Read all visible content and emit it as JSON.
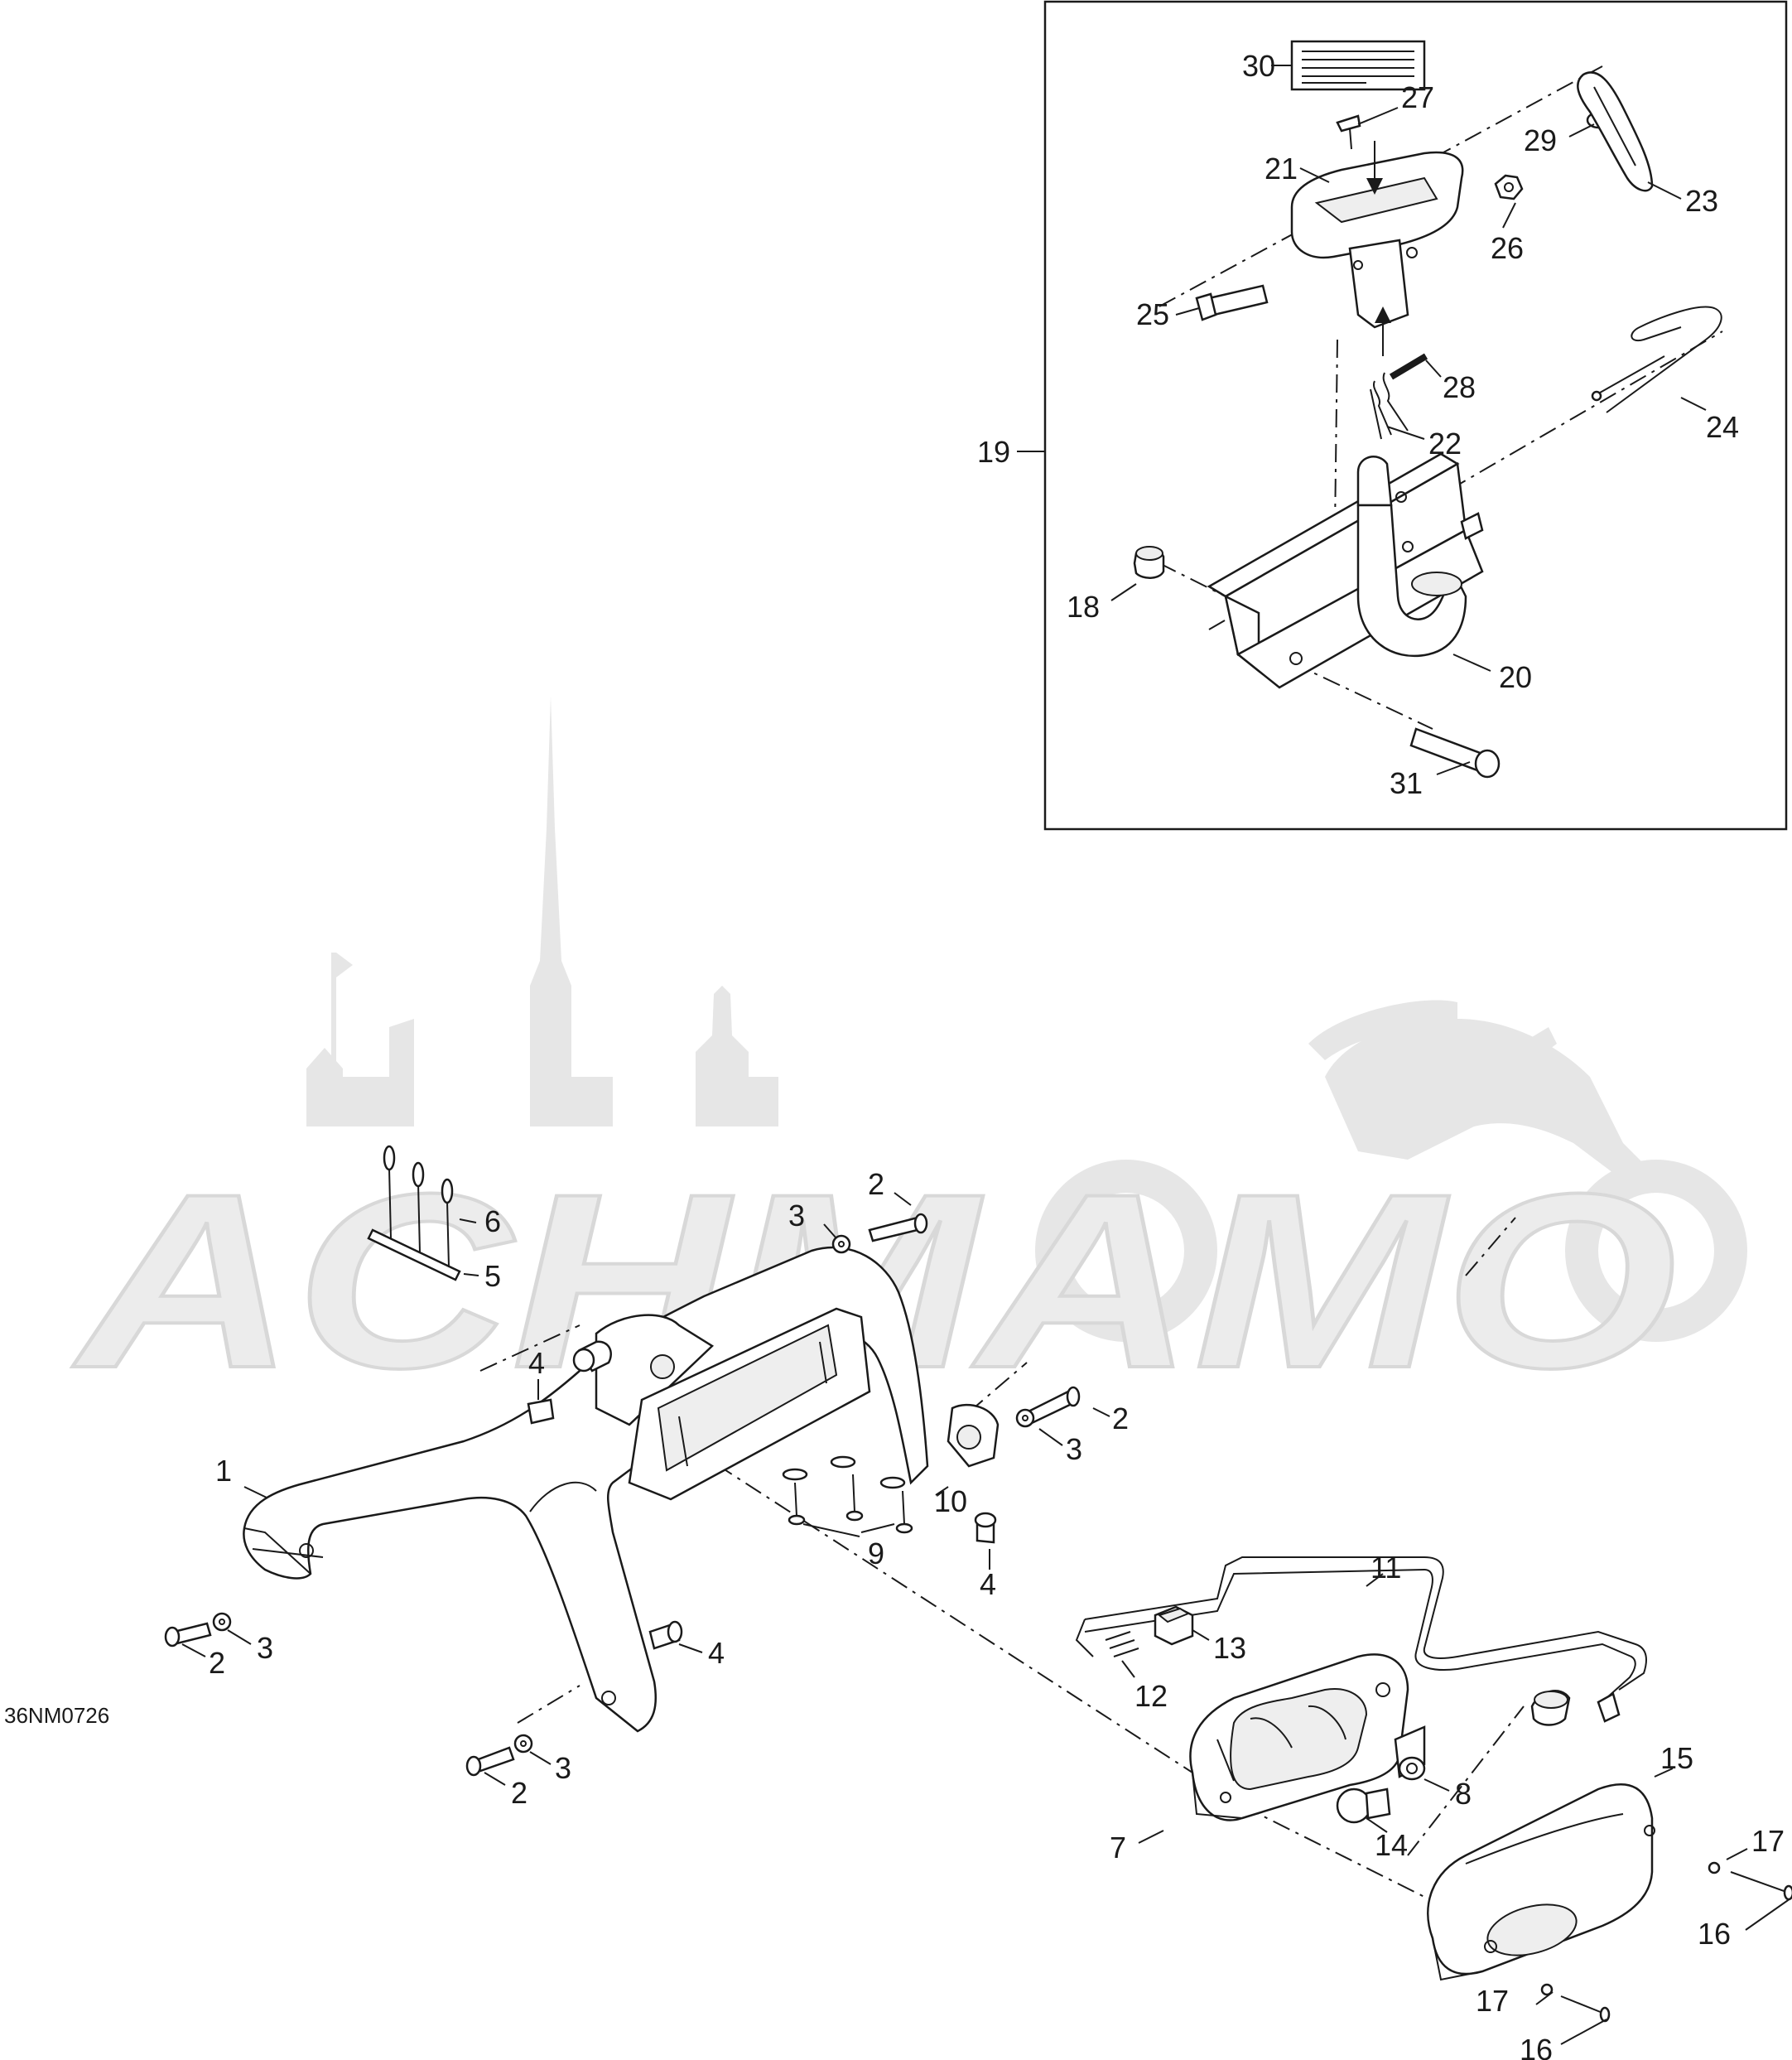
{
  "drawing_code": "36NM0726",
  "watermark_text": "ACHMAMO",
  "kit_label": "19",
  "callouts": [
    {
      "id": "c1",
      "n": "1"
    },
    {
      "id": "c2a",
      "n": "2"
    },
    {
      "id": "c2b",
      "n": "2"
    },
    {
      "id": "c2c",
      "n": "2"
    },
    {
      "id": "c2d",
      "n": "2"
    },
    {
      "id": "c3a",
      "n": "3"
    },
    {
      "id": "c3b",
      "n": "3"
    },
    {
      "id": "c3c",
      "n": "3"
    },
    {
      "id": "c3d",
      "n": "3"
    },
    {
      "id": "c4a",
      "n": "4"
    },
    {
      "id": "c4b",
      "n": "4"
    },
    {
      "id": "c4c",
      "n": "4"
    },
    {
      "id": "c5",
      "n": "5"
    },
    {
      "id": "c6",
      "n": "6"
    },
    {
      "id": "c7",
      "n": "7"
    },
    {
      "id": "c8",
      "n": "8"
    },
    {
      "id": "c9",
      "n": "9"
    },
    {
      "id": "c10",
      "n": "10"
    },
    {
      "id": "c11",
      "n": "11"
    },
    {
      "id": "c12",
      "n": "12"
    },
    {
      "id": "c13",
      "n": "13"
    },
    {
      "id": "c14",
      "n": "14"
    },
    {
      "id": "c15",
      "n": "15"
    },
    {
      "id": "c16a",
      "n": "16"
    },
    {
      "id": "c16b",
      "n": "16"
    },
    {
      "id": "c17a",
      "n": "17"
    },
    {
      "id": "c17b",
      "n": "17"
    },
    {
      "id": "c18",
      "n": "18"
    },
    {
      "id": "c20",
      "n": "20"
    },
    {
      "id": "c21",
      "n": "21"
    },
    {
      "id": "c22",
      "n": "22"
    },
    {
      "id": "c23",
      "n": "23"
    },
    {
      "id": "c24",
      "n": "24"
    },
    {
      "id": "c25",
      "n": "25"
    },
    {
      "id": "c26",
      "n": "26"
    },
    {
      "id": "c27",
      "n": "27"
    },
    {
      "id": "c28",
      "n": "28"
    },
    {
      "id": "c29",
      "n": "29"
    },
    {
      "id": "c30",
      "n": "30"
    },
    {
      "id": "c31",
      "n": "31"
    }
  ]
}
